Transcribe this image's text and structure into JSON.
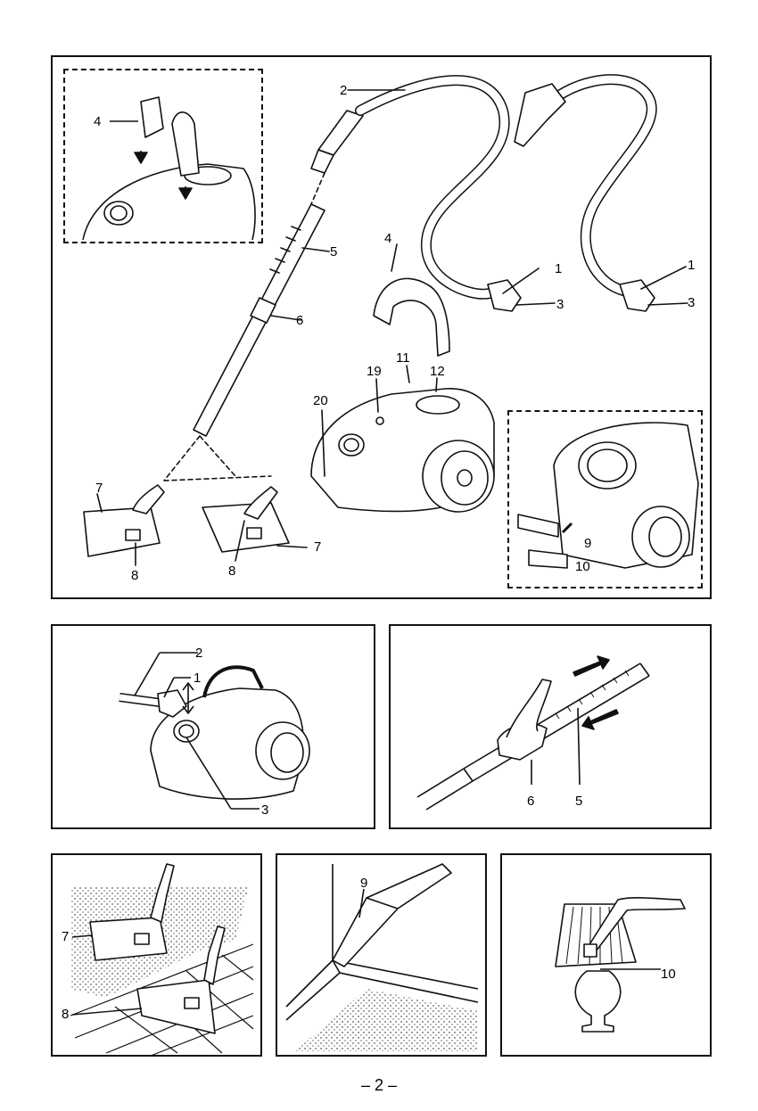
{
  "page_number": "– 2 –",
  "main_figure": {
    "labels": [
      "4",
      "2",
      "5",
      "6",
      "4",
      "1",
      "3",
      "1",
      "3",
      "11",
      "12",
      "19",
      "20",
      "7",
      "8",
      "8",
      "7",
      "9",
      "10"
    ]
  },
  "fig_hose_connect": {
    "labels": [
      "2",
      "1",
      "3"
    ]
  },
  "fig_tube_adjust": {
    "labels": [
      "6",
      "5"
    ]
  },
  "fig_floor_nozzle": {
    "labels": [
      "7",
      "8"
    ]
  },
  "fig_crevice_tool": {
    "labels": [
      "9"
    ]
  },
  "fig_dusting_brush": {
    "labels": [
      "10"
    ]
  }
}
